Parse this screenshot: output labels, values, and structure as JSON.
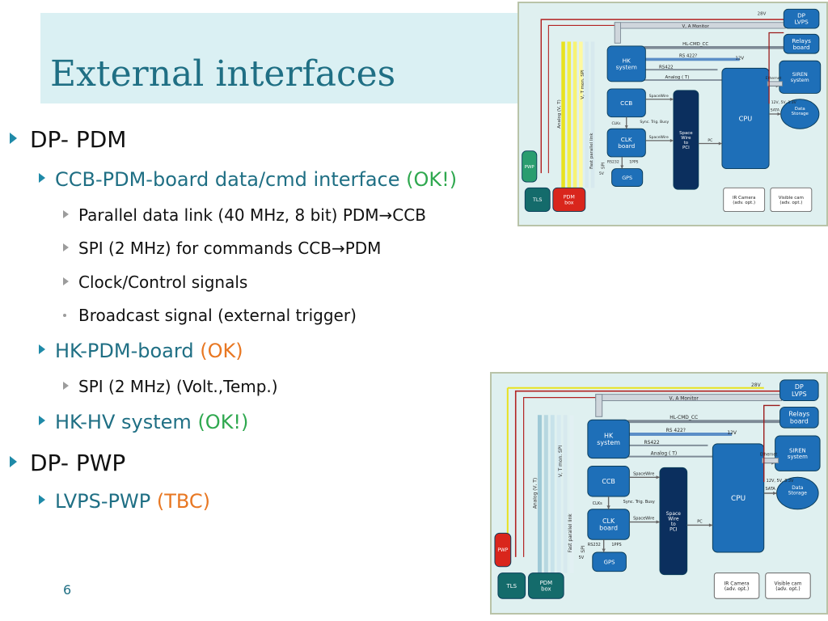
{
  "title": "External interfaces",
  "page_number": "6",
  "bullets": {
    "dp_pdm": "DP- PDM",
    "ccb_pdm_text": "CCB-PDM-board data/cmd interface",
    "ccb_pdm_status": "(OK!)",
    "parallel_link": "Parallel data link (40 MHz, 8 bit) PDM→CCB",
    "spi_commands": "SPI (2 MHz) for commands CCB→PDM",
    "clock_control": "Clock/Control signals",
    "broadcast": "Broadcast signal (external trigger)",
    "hk_pdm_text": "HK-PDM-board",
    "hk_pdm_status": "(OK)",
    "spi_volt_temp": "SPI (2 MHz) (Volt.,Temp.)",
    "hk_hv_text": "HK-HV system",
    "hk_hv_status": "(OK!)",
    "dp_pwp": "DP- PWP",
    "lvps_pwp_text": "LVPS-PWP",
    "lvps_pwp_status": "(TBC)"
  },
  "diagram": {
    "blocks": {
      "dp_lvps": "DP\nLVPS",
      "relays": "Relays\nboard",
      "hk": "HK\nsystem",
      "siren": "SIREN\nsystem",
      "ccb": "CCB",
      "clk": "CLK\nboard",
      "spacewire_pci": "Space\nWire\nto\nPCI",
      "cpu": "CPU",
      "data_storage": "Data\nStorage",
      "gps": "GPS",
      "pwp": "PWP",
      "tls": "TLS",
      "pdm": "PDM\nbox",
      "ir_camera": "IR Camera\n(adv. opt.)",
      "visible_cam": "Visible cam\n(adv. opt.)"
    },
    "labels": {
      "v28": "28V",
      "va_monitor": "V, A Monitor",
      "hl_cmd_cc": "HL-CMD_CC",
      "rs422_a": "RS 422?",
      "rs422_b": "RS422",
      "v12": "12V",
      "analog_t": "Analog ( T)",
      "ethernet": "Ethernet",
      "spacewire_a": "SpaceWire",
      "spacewire_b": "SpaceWire",
      "clks": "CLKs",
      "sync": "Sync. Trig. Busy",
      "rs232": "RS232",
      "pps": "1PPS",
      "v5": "5V",
      "v_12_5_33": "12V, 5V, 3.3V",
      "sata": "SATA",
      "analog_vt": "Analog (V, T)",
      "v_temp_spi": "V, T mon. SPI",
      "fast_parallel": "Fast parallel link",
      "spi": "SPI",
      "pc": "PC"
    }
  }
}
